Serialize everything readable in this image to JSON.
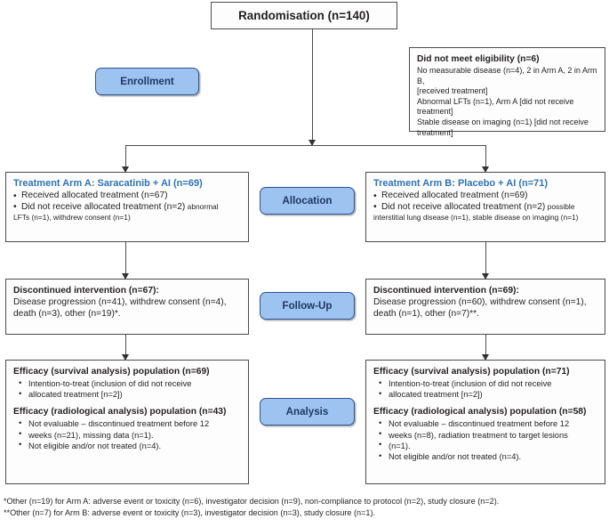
{
  "diagram": {
    "title": "CONSORT participant flow diagram",
    "accent_blue": "#2e74b5",
    "pill_fill": "#9dc3f0",
    "pill_border": "#2f5496",
    "pill_text": "#1f3864",
    "box_border": "#4c4c4c"
  },
  "randomisation": {
    "label": "Randomisation (n=140)"
  },
  "stages": {
    "enrollment": "Enrollment",
    "allocation": "Allocation",
    "followup": "Follow-Up",
    "analysis": "Analysis"
  },
  "excluded": {
    "heading": "Did not meet eligibility (n=6)",
    "lines": [
      "No measurable disease (n=4), 2 in Arm A, 2 in Arm B,",
      "[received treatment]",
      "Abnormal LFTs (n=1), Arm A [did not receive",
      "treatment]",
      "Stable disease on imaging (n=1) [did not receive",
      "treatment]"
    ]
  },
  "arm_a": {
    "allocation": {
      "heading": "Treatment Arm A: Saracatinib + AI (n=69)",
      "bullet1": "Received allocated treatment (n=67)",
      "bullet2": "Did not receive allocated treatment (n=2)",
      "bullet2_tail": " abnormal",
      "bullet2_wrap": "LFTs (n=1), withdrew consent (n=1)"
    },
    "followup": {
      "heading": "Discontinued intervention (n=67):",
      "line1": "Disease progression (n=41), withdrew consent (n=4),",
      "line2": "death (n=3), other (n=19)*."
    },
    "analysis": {
      "survival_heading": "Efficacy (survival analysis) population (n=69)",
      "survival_items": [
        "Intention-to-treat (inclusion of did not receive",
        "allocated treatment [n=2])"
      ],
      "radiological_heading": "Efficacy (radiological analysis) population (n=43)",
      "radiological_items": [
        "Not evaluable – discontinued treatment before 12",
        "weeks (n=21), missing data (n=1).",
        "Not eligible and/or not treated (n=4)."
      ]
    }
  },
  "arm_b": {
    "allocation": {
      "heading": "Treatment Arm B: Placebo + AI (n=71)",
      "bullet1": "Received allocated treatment (n=69)",
      "bullet2": "Did not receive allocated treatment (n=2)",
      "bullet2_tail": " possible",
      "bullet2_wrap": "interstitial lung disease (n=1), stable disease on imaging (n=1)"
    },
    "followup": {
      "heading": "Discontinued intervention (n=69):",
      "line1": "Disease progression (n=60), withdrew consent (n=1),",
      "line2": "death (n=1), other (n=7)**."
    },
    "analysis": {
      "survival_heading": "Efficacy (survival analysis) population (n=71)",
      "survival_items": [
        "Intention-to-treat (inclusion of did not receive",
        "allocated treatment [n=2])"
      ],
      "radiological_heading": "Efficacy (radiological analysis) population (n=58)",
      "radiological_items": [
        "Not evaluable – discontinued treatment before 12",
        "weeks (n=8), radiation treatment to target lesions",
        "(n=1).",
        "Not eligible and/or not treated (n=4)."
      ]
    }
  },
  "footnotes": {
    "line1": "*Other (n=19) for Arm A: adverse event or toxicity (n=6), investigator decision (n=9), non-compliance to protocol (n=2), study closure (n=2).",
    "line2": "**Other (n=7) for Arm B: adverse event or toxicity (n=3), investigator decision (n=3), study closure (n=1)."
  }
}
